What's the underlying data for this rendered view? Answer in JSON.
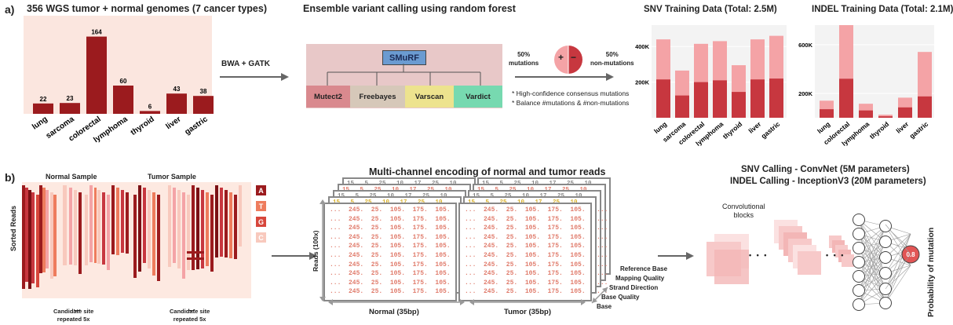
{
  "panel_a": {
    "label": "a)",
    "genome_title": "356 WGS tumor + normal genomes (7 cancer types)",
    "align_label": "BWA + GATK",
    "ensemble_title": "Ensemble variant calling using random forest",
    "smurf_label": "SMuRF",
    "callers": [
      "Mutect2",
      "Freebayes",
      "Varscan",
      "Vardict"
    ],
    "mut_left": "50%\nmutations",
    "mut_right": "50%\nnon-mutations",
    "plus": "+",
    "minus": "−",
    "notes": [
      "* High-confidence consensus mutations",
      "* Balance #mutations & #non-mutations"
    ],
    "snv_title": "SNV Training Data (Total: 2.5M)",
    "indel_title": "INDEL Training Data (Total: 2.1M)",
    "snv_ticks": [
      "400K",
      "200K"
    ],
    "indel_ticks": [
      "600K",
      "200K"
    ]
  },
  "panel_b": {
    "label": "b)",
    "normal_sample": "Normal Sample",
    "tumor_sample": "Tumor Sample",
    "sorted_reads": "Sorted Reads",
    "bases": [
      "A",
      "T",
      "G",
      "C"
    ],
    "candidate_left": "Candidate site\nrepeated 5x",
    "candidate_right": "Candidate site\nrepeated 5x",
    "encoding_title": "Multi-channel encoding of normal and tumor reads",
    "reads_label": "Reads (100x)",
    "normal_label": "Normal (35bp)",
    "tumor_label": "Tumor (35bp)",
    "channels": [
      "Reference Base",
      "Mapping Quality",
      "Strand Direction",
      "Base Quality",
      "Base"
    ],
    "row_values": "...  245.  25.  105.  175.  105.   ...",
    "back_row1": "15   5   25   10   17   25   10",
    "back_row2": "15   5   25   10   17   25   10",
    "model_title1": "SNV Calling - ConvNet (5M parameters)",
    "model_title2": "INDEL Calling - InceptionV3 (20M parameters)",
    "conv_label": "Convolutional\nblocks",
    "dots": "• • •",
    "prob_value": "0.8",
    "prob_label": "Probability of mutation"
  },
  "colors": {
    "dark_red": "#9b1b1e",
    "light_pink": "#f4a3a6",
    "mid_red": "#c7373f",
    "smurf_blue": "#6b9bd1",
    "mutect": "#d9898e",
    "freebayes": "#d6c8b9",
    "varscan": "#ede38e",
    "vardict": "#77d9b0"
  },
  "chart_data": [
    {
      "type": "bar",
      "title": "356 WGS tumor + normal genomes (7 cancer types)",
      "categories": [
        "lung",
        "sarcoma",
        "colorectal",
        "lymphoma",
        "thyroid",
        "liver",
        "gastric"
      ],
      "values": [
        22,
        23,
        164,
        60,
        6,
        43,
        38
      ],
      "xlabel": "",
      "ylabel": "",
      "ylim": [
        0,
        175
      ]
    },
    {
      "type": "bar",
      "title": "SNV Training Data (Total: 2.5M)",
      "categories": [
        "lung",
        "sarcoma",
        "colorectal",
        "lymphoma",
        "thyroid",
        "liver",
        "gastric"
      ],
      "series": [
        {
          "values": [
            215000,
            125000,
            200000,
            210000,
            145000,
            215000,
            220000
          ]
        },
        {
          "values": [
            440000,
            265000,
            415000,
            430000,
            295000,
            440000,
            460000
          ]
        }
      ],
      "yticks": [
        "200K",
        "400K"
      ],
      "ylim": [
        0,
        520000
      ],
      "stacked": true
    },
    {
      "type": "bar",
      "title": "INDEL Training Data (Total: 2.1M)",
      "categories": [
        "lung",
        "colorectal",
        "lymphoma",
        "thyroid",
        "liver",
        "gastric"
      ],
      "series": [
        {
          "values": [
            70000,
            320000,
            60000,
            12000,
            85000,
            175000
          ]
        },
        {
          "values": [
            140000,
            760000,
            115000,
            25000,
            165000,
            540000
          ]
        }
      ],
      "yticks": [
        "200K",
        "600K"
      ],
      "ylim": [
        0,
        760000
      ],
      "stacked": true
    }
  ]
}
